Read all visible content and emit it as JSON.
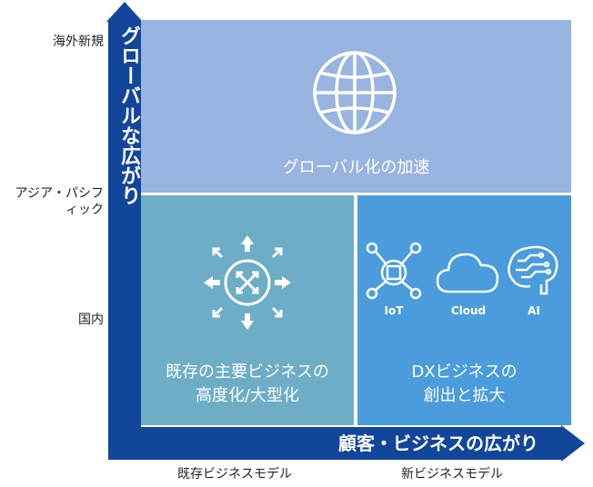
{
  "y_axis": {
    "title": "グローバルな広がり",
    "labels": [
      "海外新規",
      "アジア・パシフィック",
      "国内"
    ]
  },
  "x_axis": {
    "title": "顧客・ビジネスの広がり",
    "labels": [
      "既存ビジネスモデル",
      "新ビジネスモデル"
    ]
  },
  "quadrants": {
    "global": {
      "label": "グローバル化の加速",
      "icon": "globe-icon"
    },
    "existing": {
      "label_line1": "既存の主要ビジネスの",
      "label_line2": "高度化/大型化",
      "icon": "expand-arrows-icon"
    },
    "new": {
      "label_line1": "DXビジネスの",
      "label_line2": "創出と拡大",
      "icons": [
        {
          "name": "iot-chip-icon",
          "label": "IoT"
        },
        {
          "name": "cloud-icon",
          "label": "Cloud"
        },
        {
          "name": "ai-brain-icon",
          "label": "AI"
        }
      ]
    }
  },
  "colors": {
    "axis": "#12469b",
    "global_quadrant": "#98b4e0",
    "existing_quadrant": "#6dadc6",
    "new_quadrant": "#4a9cdc"
  }
}
